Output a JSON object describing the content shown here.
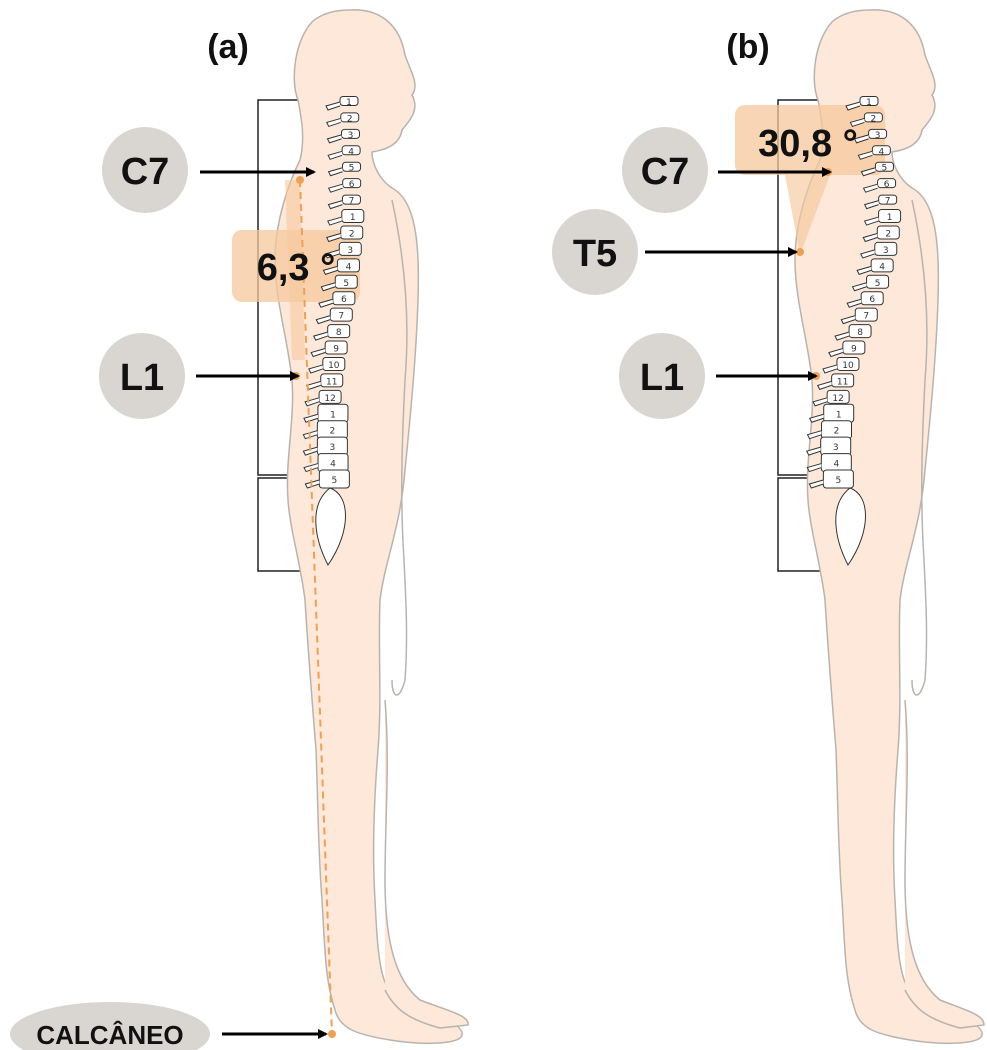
{
  "panels": {
    "a": {
      "title": "(a)",
      "angle_label": "6,3 °",
      "markers": {
        "c7": "C7",
        "l1": "L1",
        "heel": "CALCÂNEO"
      }
    },
    "b": {
      "title": "(b)",
      "angle_label": "30,8 °",
      "markers": {
        "c7": "C7",
        "t5": "T5",
        "l1": "L1"
      }
    }
  },
  "vertebra_numbers": {
    "cervical": [
      "1",
      "2",
      "3",
      "4",
      "5",
      "6",
      "7"
    ],
    "thoracic": [
      "1",
      "2",
      "3",
      "4",
      "5",
      "6",
      "7",
      "8",
      "9",
      "10",
      "11",
      "12"
    ],
    "lumbar": [
      "1",
      "2",
      "3",
      "4",
      "5"
    ]
  },
  "colors": {
    "skin": "#fde8da",
    "skin_outline": "#b9b3ae",
    "highlight": "#f6c89c",
    "plumb_line": "#eda057",
    "label_circle": "#d9d6d2",
    "arrow": "#000000",
    "bone": "#ffffff",
    "bone_outline": "#333333",
    "text": "#111111"
  }
}
